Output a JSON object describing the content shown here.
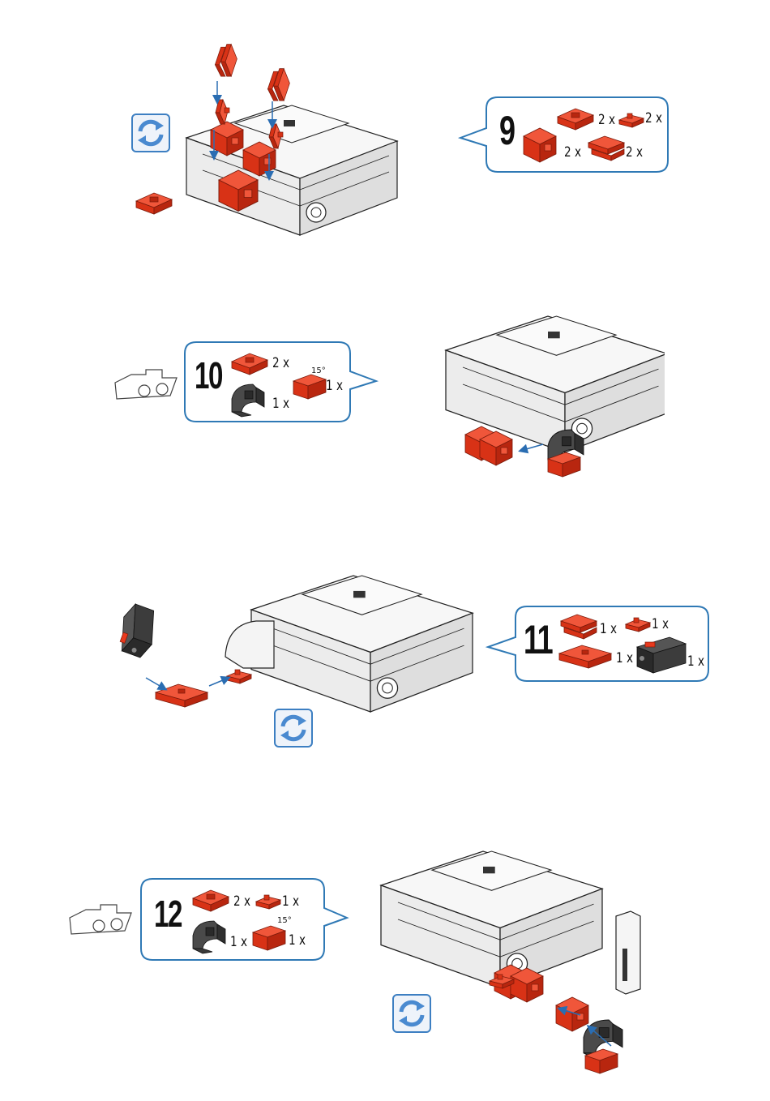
{
  "steps": [
    {
      "number": "9",
      "parts": [
        {
          "name": "red-flat-plate",
          "qty": "2 x"
        },
        {
          "name": "red-small-connector",
          "qty": "2 x"
        },
        {
          "name": "red-building-block",
          "qty": "2 x"
        },
        {
          "name": "red-double-clip",
          "qty": "2 x"
        }
      ]
    },
    {
      "number": "10",
      "parts": [
        {
          "name": "red-flat-plate",
          "qty": "2 x"
        },
        {
          "name": "red-angle-block",
          "qty": "1 x",
          "angle": "15°"
        },
        {
          "name": "black-arc-block",
          "qty": "1 x"
        }
      ]
    },
    {
      "number": "11",
      "parts": [
        {
          "name": "red-double-clip",
          "qty": "1 x"
        },
        {
          "name": "red-small-connector",
          "qty": "1 x"
        },
        {
          "name": "red-long-plate",
          "qty": "1 x"
        },
        {
          "name": "black-mini-switch",
          "qty": "1 x"
        }
      ]
    },
    {
      "number": "12",
      "parts": [
        {
          "name": "red-flat-plate",
          "qty": "2 x"
        },
        {
          "name": "red-small-connector",
          "qty": "1 x"
        },
        {
          "name": "black-arc-block",
          "qty": "1 x"
        },
        {
          "name": "red-angle-block",
          "qty": "1 x",
          "angle": "15°"
        }
      ]
    }
  ],
  "colors": {
    "part_red": "#e8391d",
    "part_dark_red": "#b0240f",
    "part_black": "#3a3a3a",
    "callout_border": "#2f79b5",
    "rotate_icon_blue": "#3d7fc2",
    "arrow_blue": "#2a6db2"
  },
  "icons": {
    "rotate": "rotate-model-icon",
    "puzzle": "part-search-puzzle-icon"
  }
}
